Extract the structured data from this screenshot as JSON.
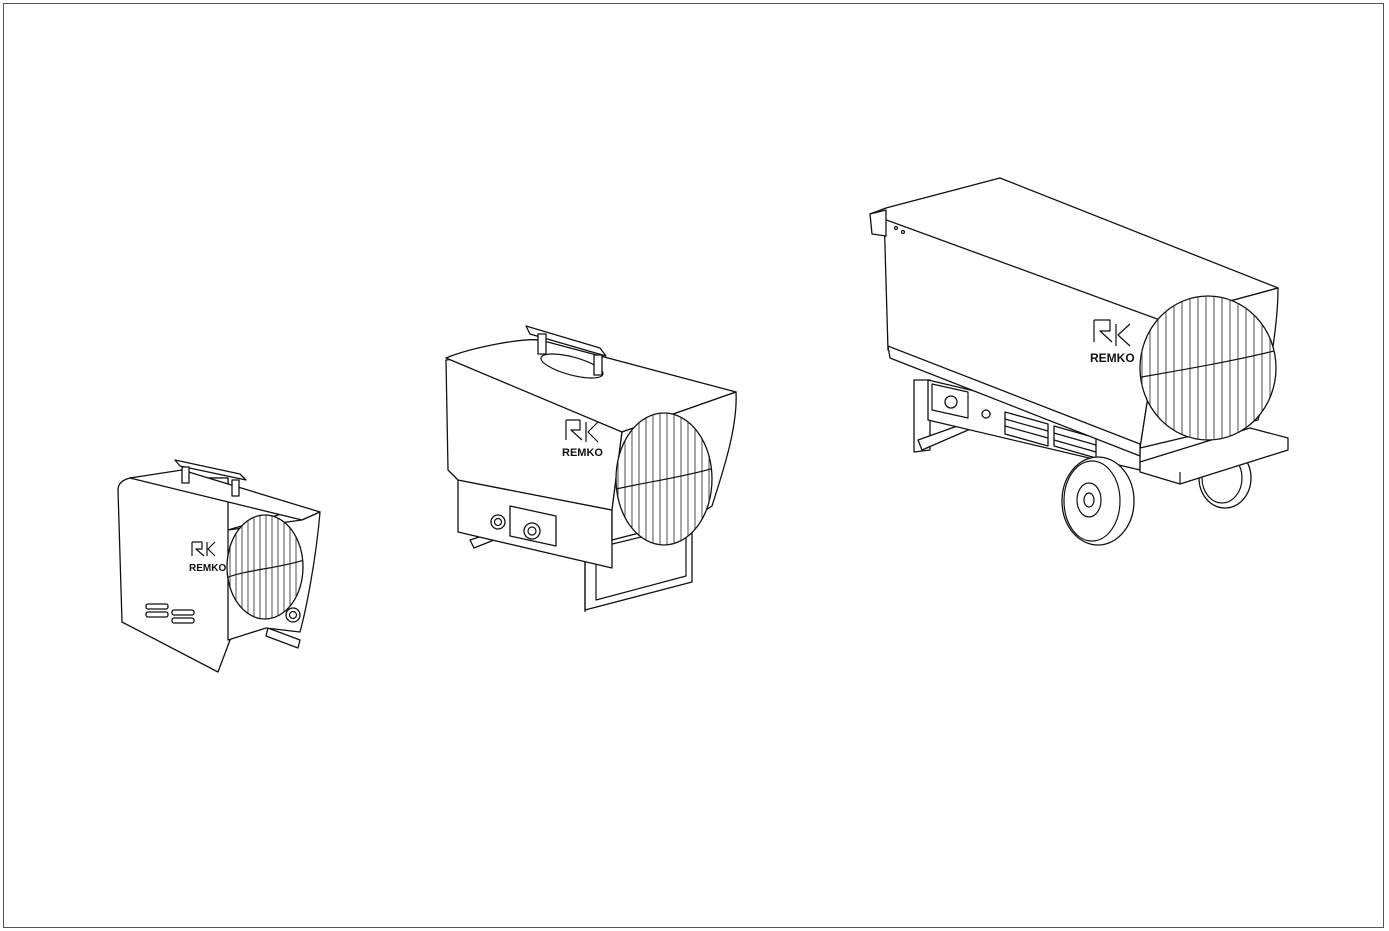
{
  "illustration": {
    "units": [
      {
        "id": "small-heater",
        "brand": "REMKO"
      },
      {
        "id": "medium-heater",
        "brand": "REMKO"
      },
      {
        "id": "large-mobile-heater",
        "brand": "REMKO"
      }
    ]
  },
  "colors": {
    "line": "#111111",
    "background": "#ffffff",
    "frame": "#555555"
  }
}
